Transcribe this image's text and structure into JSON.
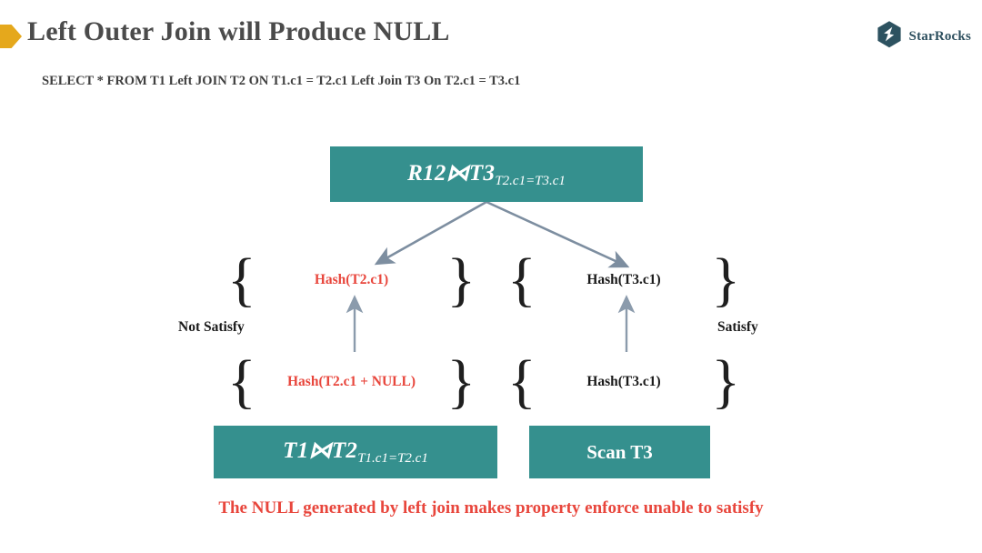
{
  "slide": {
    "title": "Left Outer Join will Produce NULL",
    "subtitle": "SELECT * FROM T1 Left JOIN T2 ON T1.c1 = T2.c1 Left Join T3 On T2.c1 = T3.c1",
    "bottom_caption": "The NULL generated by left join makes property enforce unable to satisfy",
    "background_color": "#ffffff",
    "title_color": "#4b4b4b",
    "bullet_color": "#E5A81C"
  },
  "brand": {
    "name": "StarRocks",
    "logo_icon": "starrocks-hexagon-bolt-icon",
    "logo_color": "#2d5260",
    "name_color": "#2d4f5e"
  },
  "diagram": {
    "box_fill": "#35908E",
    "box_text_color": "#ffffff",
    "arrow_color": "#7d8ea0",
    "red_text_color": "#E8463C",
    "dark_text_color": "#1a1a1a",
    "brace_open": "{",
    "brace_close": "}",
    "nodes": {
      "top_join": {
        "expr_main": "R12⋈T3",
        "expr_sub": "T2.c1=T3.c1"
      },
      "left_child": {
        "expr_main": "T1⋈T2",
        "expr_sub": "T1.c1=T2.c1"
      },
      "right_child": {
        "label": "Scan T3"
      }
    },
    "properties": {
      "required_left": "Hash(T2.c1)",
      "required_right": "Hash(T3.c1)",
      "delivered_left": "Hash(T2.c1 + NULL)",
      "delivered_right": "Hash(T3.c1)"
    },
    "verdicts": {
      "left": "Not Satisfy",
      "right": "Satisfy"
    }
  }
}
